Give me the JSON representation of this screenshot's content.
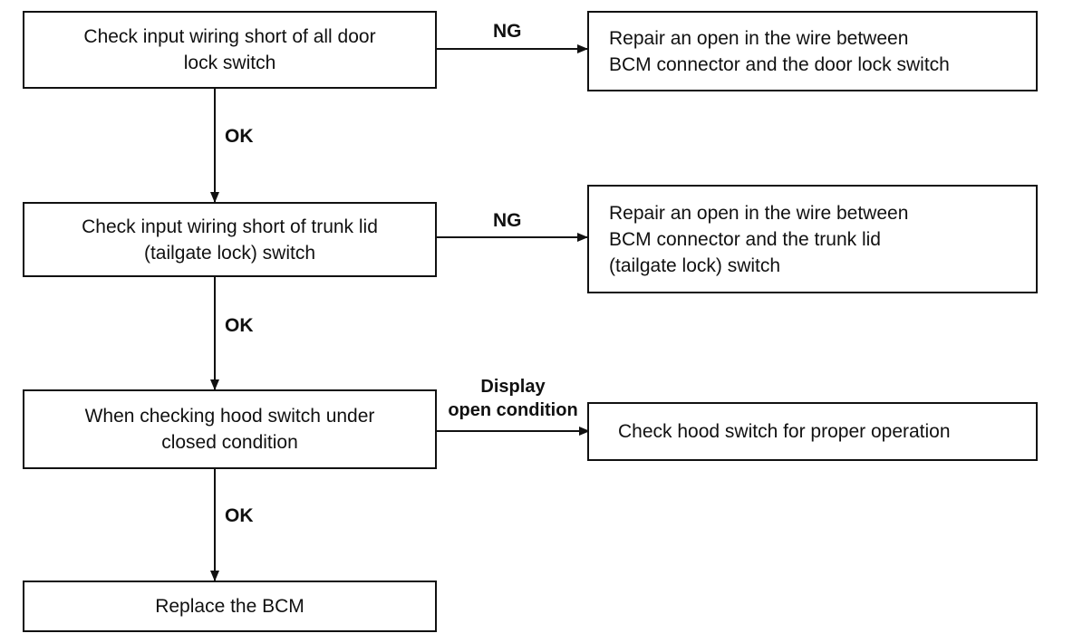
{
  "boxes": {
    "step1": "Check input wiring short of all door\nlock switch",
    "repair1": "Repair an open in the wire between\nBCM connector and the door lock switch",
    "step2": "Check input wiring short of trunk lid\n(tailgate lock) switch",
    "repair2": "Repair an open in the wire between\nBCM connector and the trunk lid\n(tailgate lock) switch",
    "step3": "When checking hood switch under\nclosed condition",
    "check_hood": "Check hood switch for proper operation",
    "replace": "Replace the BCM"
  },
  "labels": {
    "ng1": "NG",
    "ok1": "OK",
    "ng2": "NG",
    "ok2": "OK",
    "display_open": "Display\nopen condition",
    "ok3": "OK"
  }
}
